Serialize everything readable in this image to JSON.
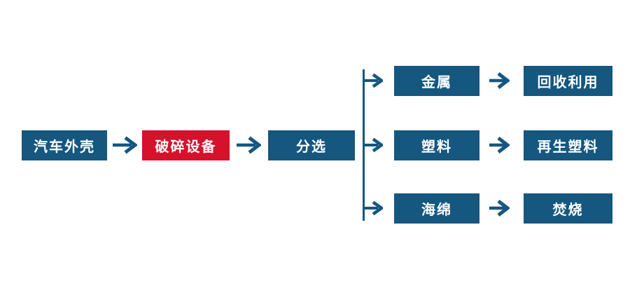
{
  "colors": {
    "blue": "#15577F",
    "red": "#D6112B",
    "text": "#FFFFFF",
    "background": "#FFFFFF"
  },
  "flowchart": {
    "main_nodes": [
      {
        "label": "汽车外壳",
        "variant": "blue"
      },
      {
        "label": "破碎设备",
        "variant": "red"
      },
      {
        "label": "分选",
        "variant": "blue"
      }
    ],
    "branches": [
      {
        "source_label": "金属",
        "result_label": "回收利用"
      },
      {
        "source_label": "塑料",
        "result_label": "再生塑料"
      },
      {
        "source_label": "海绵",
        "result_label": "焚烧"
      }
    ]
  }
}
